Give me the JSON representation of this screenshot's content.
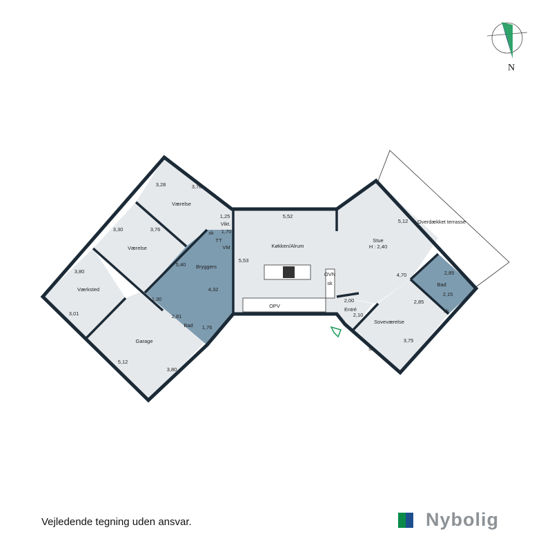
{
  "rooms": {
    "vaerelse_1": {
      "name": "Værelse",
      "dim_a": "3,28",
      "dim_b": "3,76"
    },
    "vaerelse_2": {
      "name": "Værelse",
      "dim_a": "3,30",
      "dim_b": "3,76"
    },
    "vaerksted": {
      "name": "Værksted",
      "dim_a": "3,80",
      "dim_b": "3,01"
    },
    "garage": {
      "name": "Garage",
      "dim_a": "5,12",
      "dim_b": "3,80"
    },
    "bryggers": {
      "name": "Bryggers",
      "dim_a": "5,40",
      "dim_b": "4,32",
      "dim_c": "1,30"
    },
    "vikt": {
      "name": "Vikt.",
      "dim_a": "1,25",
      "dim_b": "1,70"
    },
    "bad_left": {
      "name": "Bad",
      "dim_a": "2,81",
      "dim_b": "1,76"
    },
    "kokken": {
      "name": "Køkken/Alrum",
      "dim_a": "5,52",
      "dim_b": "5,53"
    },
    "stue": {
      "name": "Stue",
      "height": "H : 2,40",
      "dim_a": "5,12",
      "dim_b": "4,70"
    },
    "terrasse": {
      "name": "Overdækket terrasse"
    },
    "bad_right": {
      "name": "Bad",
      "dim_a": "2,85",
      "dim_b": "2,15"
    },
    "sovevaerelse": {
      "name": "Soveværelse",
      "dim_a": "2,85",
      "dim_b": "3,75"
    },
    "entre": {
      "name": "Entré",
      "dim_a": "2,00",
      "dim_b": "2,10"
    }
  },
  "fixtures": {
    "sk": "sk",
    "tt": "TT",
    "vm": "VM",
    "ovn": "OVN",
    "opv": "OPV"
  },
  "compass": {
    "label": "N"
  },
  "footer": {
    "disclaimer": "Vejledende tegning uden ansvar.",
    "brand": "Nybolig"
  },
  "colors": {
    "wall": "#1b2a36",
    "room": "#e6e9ec",
    "wet_room": "#7e9cb0",
    "entry_arrow": "#1a9a5a",
    "brand_green": "#0b8a4a",
    "brand_blue": "#1d4f8f"
  }
}
